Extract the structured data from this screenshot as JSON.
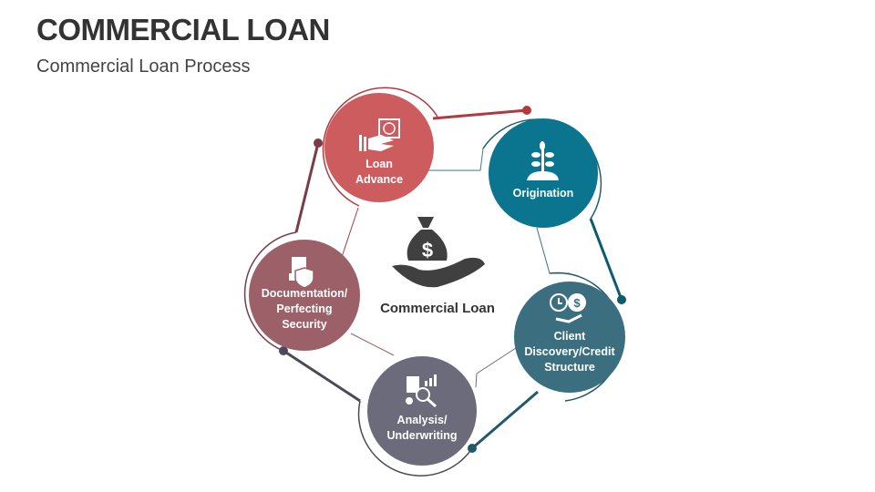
{
  "header": {
    "title": "COMMERCIAL LOAN",
    "subtitle": "Commercial Loan Process"
  },
  "center": {
    "label": "Commercial Loan",
    "icon": "money-bag-hand-icon"
  },
  "steps": [
    {
      "label": "Loan Advance",
      "lines": [
        "Loan",
        "Advance"
      ],
      "color": "#cd5c5f",
      "icon": "hand-money-icon"
    },
    {
      "label": "Origination",
      "lines": [
        "Origination"
      ],
      "color": "#0b7590",
      "icon": "plant-icon"
    },
    {
      "label": "Client Discovery/Credit Structure",
      "lines": [
        "Client",
        "Discovery/Credit",
        "Structure"
      ],
      "color": "#3b6f80",
      "icon": "clock-dollar-hand-icon"
    },
    {
      "label": "Analysis/ Underwriting",
      "lines": [
        "Analysis/",
        "Underwriting"
      ],
      "color": "#6b6b7b",
      "icon": "report-magnifier-icon"
    },
    {
      "label": "Documentation/ Perfecting Security",
      "lines": [
        "Documentation/",
        "Perfecting",
        "Security"
      ],
      "color": "#9b6068",
      "icon": "document-shield-icon"
    }
  ]
}
